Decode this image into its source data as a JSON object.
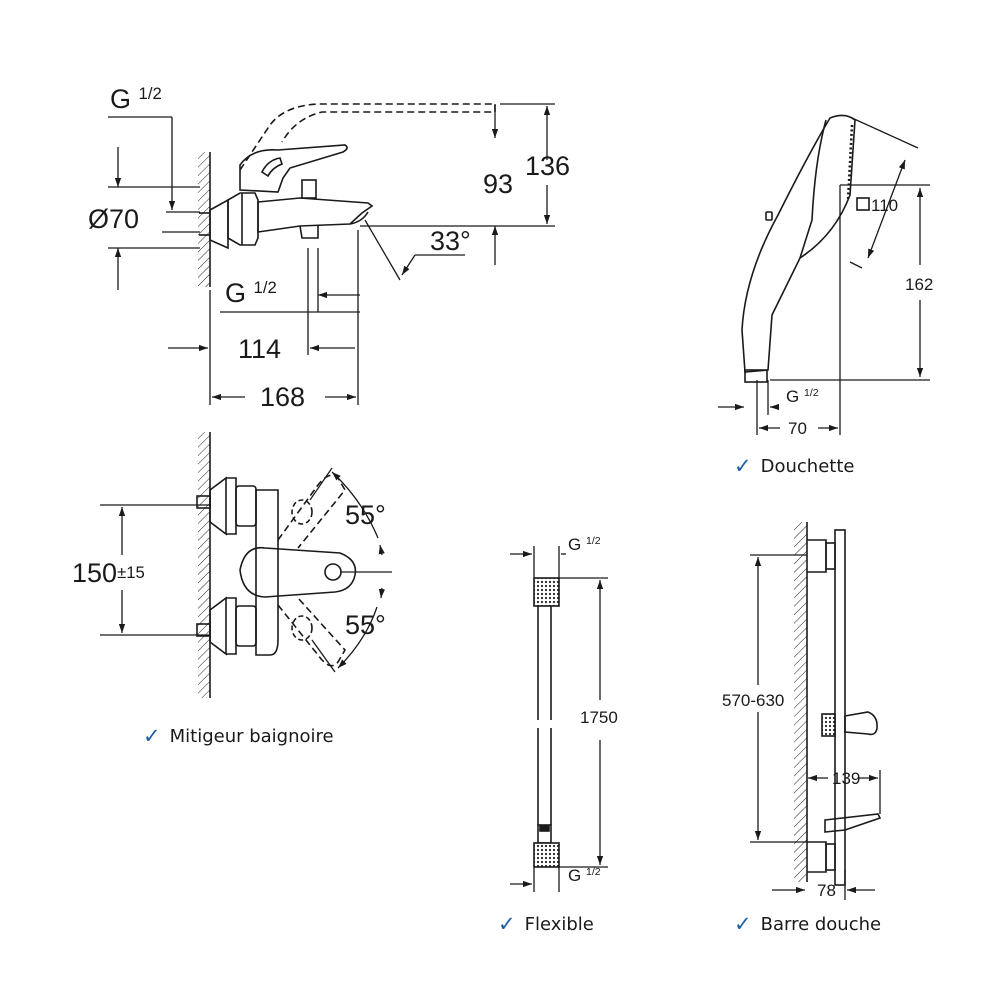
{
  "theme": {
    "accent": "#1f5fa8",
    "line": "#1a1a1a"
  },
  "mixer": {
    "caption": "Mitigeur baignoire",
    "check_icon": "checkmark-icon",
    "dims": {
      "g_top": "G",
      "g_top_frac": "1/2",
      "diameter": "Ø70",
      "height_93": "93",
      "height_136": "136",
      "angle_33": "33°",
      "g_bottom": "G",
      "g_bottom_frac": "1/2",
      "width_114": "114",
      "width_168": "168",
      "center_distance": "150",
      "center_tolerance": "±15",
      "angle_55_top": "55°",
      "angle_55_bottom": "55°"
    }
  },
  "handshower": {
    "caption": "Douchette",
    "check_icon": "checkmark-icon",
    "dims": {
      "face": "110",
      "height": "162",
      "g": "G",
      "g_frac": "1/2",
      "width": "70"
    }
  },
  "hose": {
    "caption": "Flexible",
    "check_icon": "checkmark-icon",
    "dims": {
      "g_top": "G",
      "g_top_frac": "1/2",
      "length": "1750",
      "g_bottom": "G",
      "g_bottom_frac": "1/2"
    }
  },
  "rail": {
    "caption": "Barre douche",
    "check_icon": "checkmark-icon",
    "dims": {
      "height": "570-630",
      "projection": "139",
      "depth": "78"
    }
  }
}
